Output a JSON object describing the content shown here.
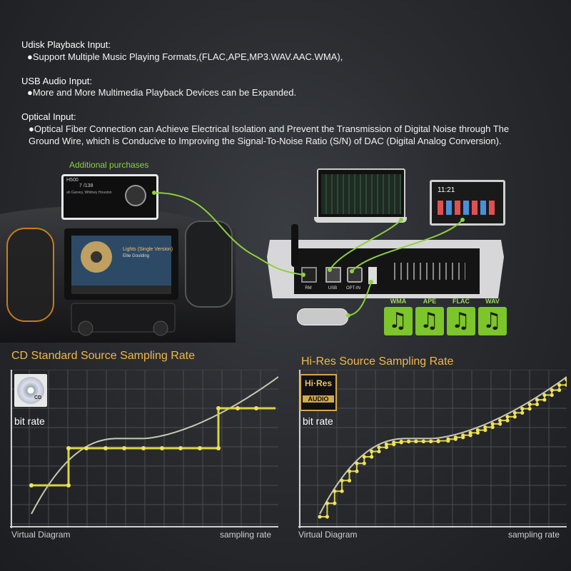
{
  "features": [
    {
      "heading": "Udisk Playback Input:",
      "bullet": "●Support Multiple Music Playing Formats,(FLAC,APE,MP3.WAV.AAC.WMA),"
    },
    {
      "heading": "USB Audio Input:",
      "bullet": "●More and More Multimedia Playback Devices can be Expanded."
    },
    {
      "heading": "Optical Input:",
      "bullet": "●Optical Fiber Connection can Achieve Electrical Isolation and Prevent the Transmission of Digital Noise through The",
      "bullet2": "Ground Wire, which is Conducive to Improving the Signal-To-Noise Ratio (S/N) of DAC (Digital Analog Conversion)."
    }
  ],
  "additional_purchases": "Additional purchases",
  "remote": {
    "model": "H500",
    "track": "7 /138",
    "song": "ah Garvey, Whitney Houston"
  },
  "headunit": {
    "title": "Lights (Single Version)",
    "artist": "Ellie Goulding"
  },
  "tablet_clock": "11:21",
  "device_ports": [
    "RM",
    "USB",
    "OPT-IN"
  ],
  "formats": [
    "WMA",
    "APE",
    "FLAC",
    "WAV"
  ],
  "cd_chart": {
    "title": "CD Standard Source Sampling Rate",
    "ylabel": "bit rate",
    "xlabel_left": "Virtual Diagram",
    "xlabel_right": "sampling rate",
    "badge": "CD"
  },
  "hires_chart": {
    "title": "Hi-Res Source Sampling Rate",
    "ylabel": "bit rate",
    "xlabel_left": "Virtual Diagram",
    "xlabel_right": "sampling rate",
    "badge_top": "Hi·Res",
    "badge_bottom": "AUDIO"
  },
  "colors": {
    "accent_green": "#8cd13a",
    "title_orange": "#f0b84a",
    "step_yellow": "#d8d53a",
    "curve": "#c7c9b0"
  }
}
